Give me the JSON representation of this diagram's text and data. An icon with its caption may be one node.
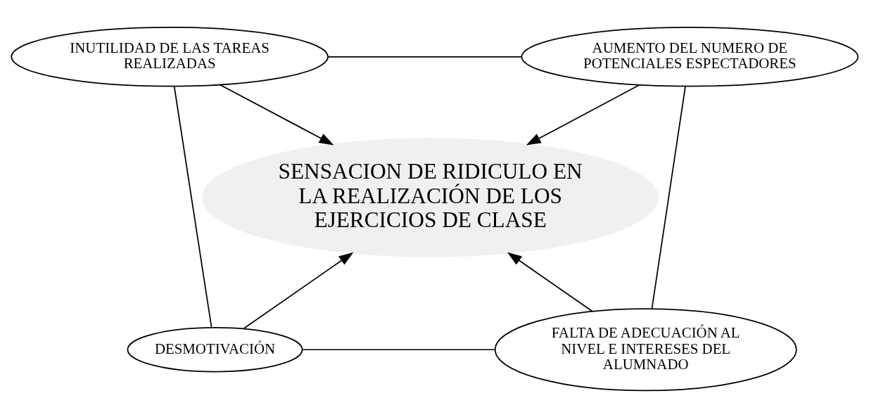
{
  "diagram": {
    "nodes": [
      {
        "text": [
          "INUTILIDAD DE LAS TAREAS REALIZADAS"
        ]
      },
      {
        "text": [
          "AUMENTO DEL NUMERO DE POTENCIALES ESPECTADORES"
        ]
      },
      {
        "text": [
          "SENSACION DE RIDICULO EN LA REALIZACIÓN DE LOS EJERCICIOS DE CLASE"
        ]
      },
      {
        "text": [
          "DESMOTIVACIÓN"
        ]
      },
      {
        "text": [
          "FALTA DE ADECUACIÓN AL NIVEL E INTERESES DEL ALUMNADO"
        ]
      }
    ],
    "edges": [
      {
        "from": 0,
        "to": 1,
        "arrow": "none"
      },
      {
        "from": 0,
        "to": 2,
        "arrow": "to"
      },
      {
        "from": 1,
        "to": 2,
        "arrow": "to"
      },
      {
        "from": 1,
        "to": 4,
        "arrow": "none"
      },
      {
        "from": 0,
        "to": 3,
        "arrow": "none"
      },
      {
        "from": 3,
        "to": 2,
        "arrow": "to"
      },
      {
        "from": 4,
        "to": 2,
        "arrow": "to"
      },
      {
        "from": 3,
        "to": 4,
        "arrow": "none"
      }
    ]
  }
}
